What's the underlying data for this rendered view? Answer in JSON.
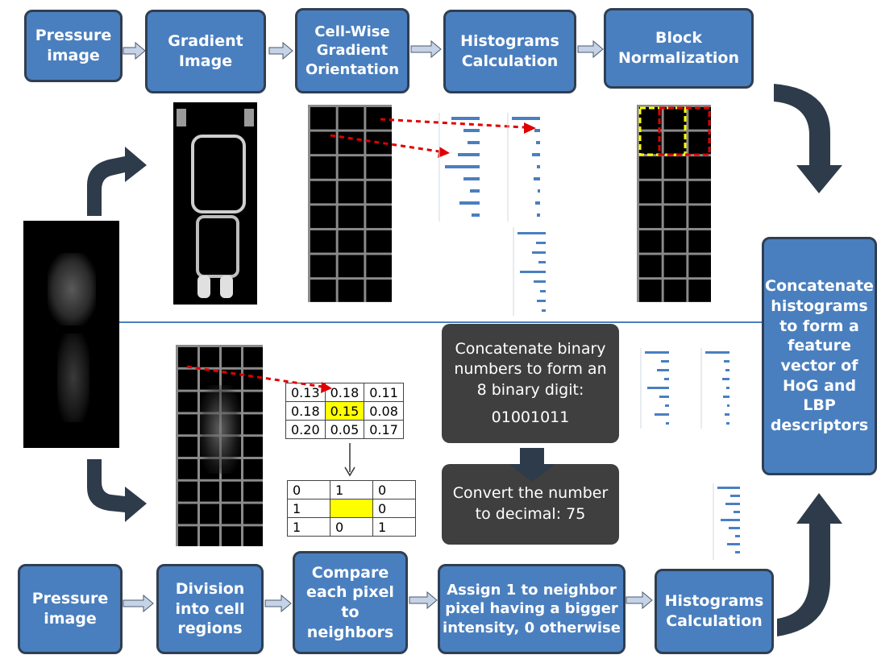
{
  "hog_steps": [
    {
      "label": "Pressure\nimage"
    },
    {
      "label": "Gradient\nImage"
    },
    {
      "label": "Cell-Wise\nGradient\nOrientation"
    },
    {
      "label": "Histograms\nCalculation"
    },
    {
      "label": "Block\nNormalization"
    }
  ],
  "lbp_steps": [
    {
      "label": "Pressure\nimage"
    },
    {
      "label": "Division\ninto cell\nregions"
    },
    {
      "label": "Compare\neach pixel to\nneighbors"
    },
    {
      "label": "Assign 1 to neighbor\npixel having a bigger\nintensity, 0 otherwise"
    },
    {
      "label": "Histograms\nCalculation"
    }
  ],
  "concat_box": {
    "label": "Concatenate\nhistograms\nto form a\nfeature\nvector of\nHoG and LBP\ndescriptors"
  },
  "binary_note": {
    "line1": "Concatenate binary\nnumbers to form an\n8 binary digit:",
    "line2": "01001011"
  },
  "decimal_note": {
    "label": "Convert the number\nto decimal: 75"
  },
  "intensity_grid": {
    "rows": [
      [
        "0.13",
        "0.18",
        "0.11"
      ],
      [
        "0.18",
        "0.15",
        "0.08"
      ],
      [
        "0.20",
        "0.05",
        "0.17"
      ]
    ],
    "highlight": [
      1,
      1
    ]
  },
  "binary_grid": {
    "rows": [
      [
        "0",
        "1",
        "0"
      ],
      [
        "1",
        "",
        "0"
      ],
      [
        "1",
        "0",
        "1"
      ]
    ],
    "highlight": [
      1,
      1
    ]
  },
  "colors": {
    "box_fill": "#4a7fbf",
    "box_border": "#2f3f52",
    "dark_box": "#3f3f3f",
    "arrow": "#2e3b4a",
    "highlight": "#ffff00",
    "dashed_red": "#e00000",
    "dashed_yellow": "#ffff00",
    "divider": "#4a7fbf",
    "hist_bar": "#4a7fbf"
  }
}
